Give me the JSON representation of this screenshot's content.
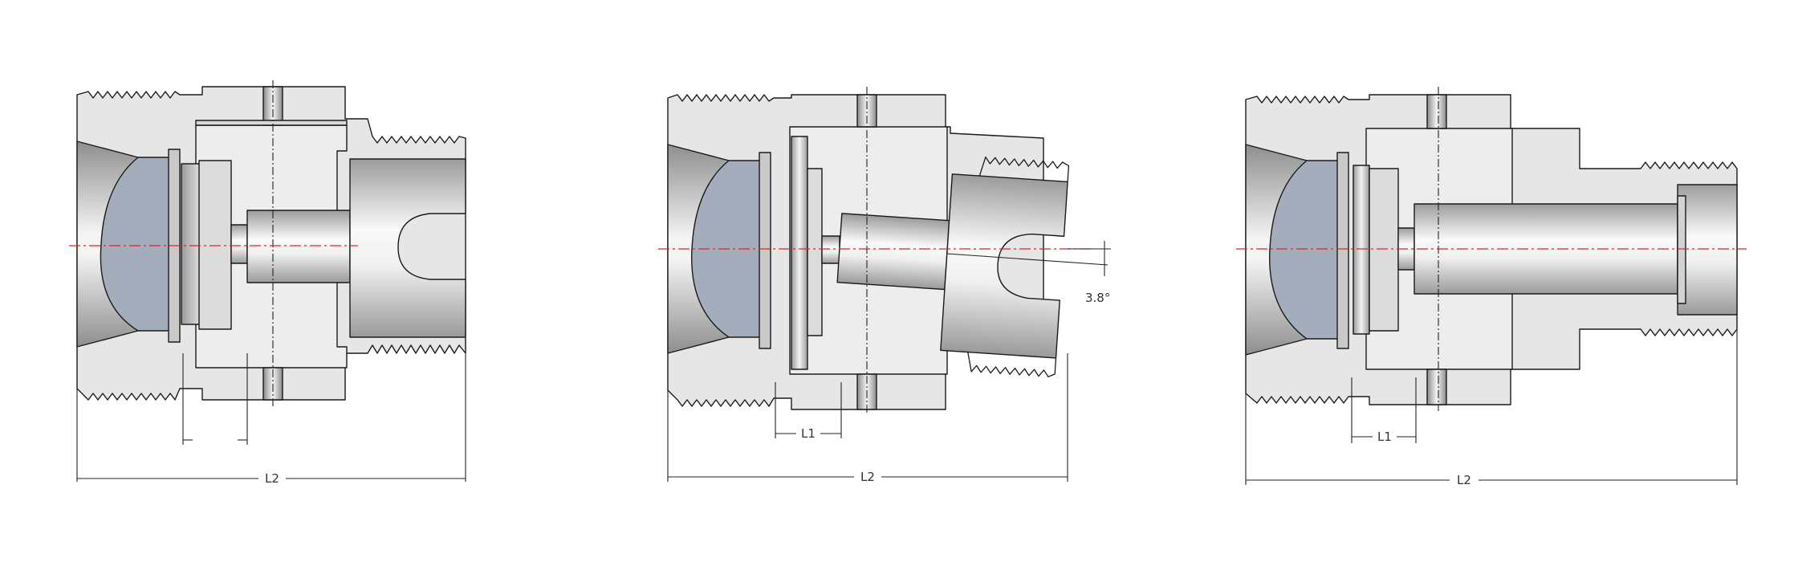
{
  "figures": [
    {
      "id": "straight",
      "labels": {
        "l2": "L2"
      }
    },
    {
      "id": "angled",
      "labels": {
        "l1": "L1",
        "l2": "L2",
        "angle": "3.8°"
      }
    },
    {
      "id": "extended",
      "labels": {
        "l1": "L1",
        "l2": "L2"
      }
    }
  ],
  "colors": {
    "body": "#e6e6e6",
    "seal": "#a4adbc",
    "outline": "#1a1a1a",
    "centerline": "#e8231f",
    "background": "#ffffff"
  }
}
